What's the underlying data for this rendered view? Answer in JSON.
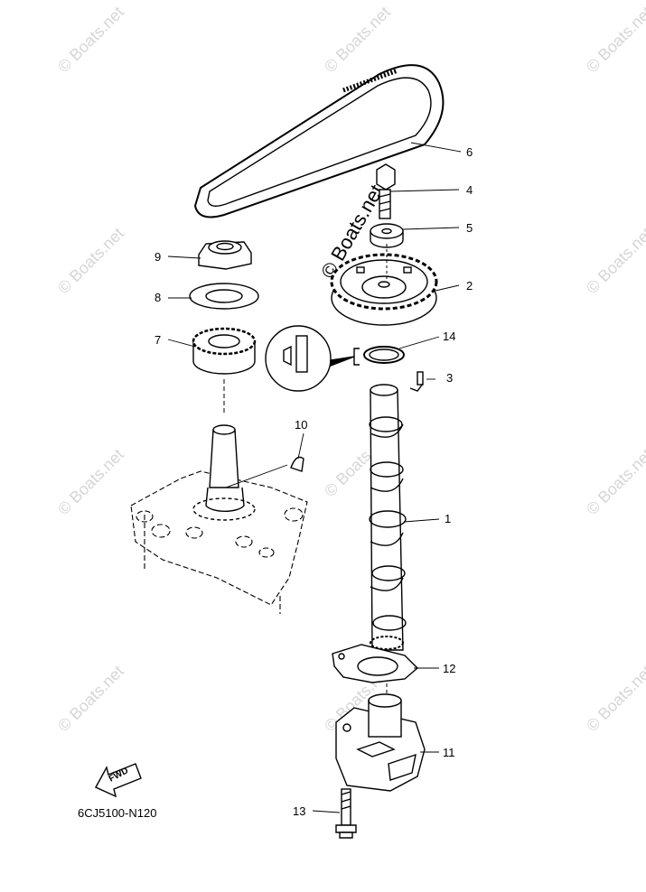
{
  "diagram": {
    "part_code": "6CJ5100-N120",
    "fwd_label": "FWD",
    "watermark": "© Boats.net",
    "callouts": [
      "1",
      "2",
      "3",
      "4",
      "5",
      "6",
      "7",
      "8",
      "9",
      "10",
      "11",
      "12",
      "13",
      "14"
    ]
  }
}
